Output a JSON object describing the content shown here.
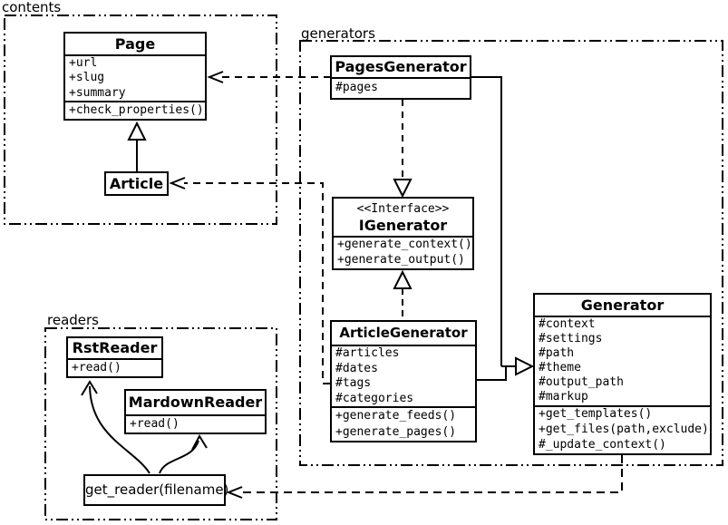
{
  "packages": {
    "contents": {
      "label": "contents"
    },
    "generators": {
      "label": "generators"
    },
    "readers": {
      "label": "readers"
    }
  },
  "classes": {
    "page": {
      "title": "Page",
      "attributes": [
        "+url",
        "+slug",
        "+summary"
      ],
      "methods": [
        "+check_properties()"
      ]
    },
    "article": {
      "title": "Article"
    },
    "pages_generator": {
      "title": "PagesGenerator",
      "attributes": [
        "#pages"
      ]
    },
    "igenerator": {
      "stereotype": "<<Interface>>",
      "title": "IGenerator",
      "methods": [
        "+generate_context()",
        "+generate_output()"
      ]
    },
    "article_generator": {
      "title": "ArticleGenerator",
      "attributes": [
        "#articles",
        "#dates",
        "#tags",
        "#categories"
      ],
      "methods": [
        "+generate_feeds()",
        "+generate_pages()"
      ]
    },
    "generator": {
      "title": "Generator",
      "attributes": [
        "#context",
        "#settings",
        "#path",
        "#theme",
        "#output_path",
        "#markup"
      ],
      "methods": [
        "+get_templates()",
        "+get_files(path,exclude)",
        "#_update_context()"
      ]
    },
    "rst_reader": {
      "title": "RstReader",
      "methods": [
        "+read()"
      ]
    },
    "mardown_reader": {
      "title": "MardownReader",
      "methods": [
        "+read()"
      ]
    },
    "get_reader": {
      "title": "get_reader(filename)"
    }
  },
  "relationships": [
    {
      "from": "Article",
      "to": "Page",
      "type": "generalization"
    },
    {
      "from": "PagesGenerator",
      "to": "Page",
      "type": "dependency"
    },
    {
      "from": "ArticleGenerator",
      "to": "Article",
      "type": "dependency"
    },
    {
      "from": "PagesGenerator",
      "to": "IGenerator",
      "type": "realization"
    },
    {
      "from": "ArticleGenerator",
      "to": "IGenerator",
      "type": "realization"
    },
    {
      "from": "PagesGenerator",
      "to": "Generator",
      "type": "generalization"
    },
    {
      "from": "ArticleGenerator",
      "to": "Generator",
      "type": "generalization"
    },
    {
      "from": "Generator",
      "to": "get_reader(filename)",
      "type": "dependency"
    },
    {
      "from": "get_reader(filename)",
      "to": "RstReader",
      "type": "arrow"
    },
    {
      "from": "get_reader(filename)",
      "to": "MardownReader",
      "type": "arrow"
    }
  ],
  "colors": {
    "line": "#000000",
    "background": "#ffffff"
  }
}
